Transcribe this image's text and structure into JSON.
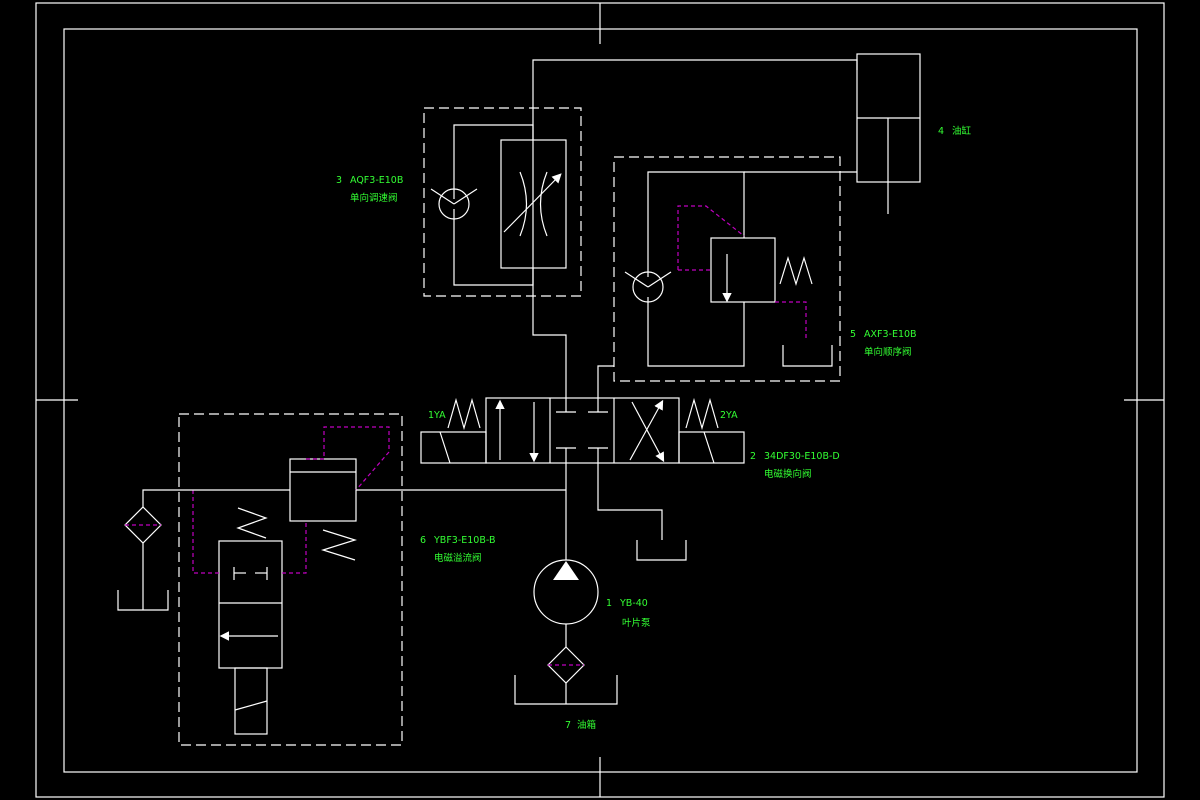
{
  "components": {
    "pump": {
      "number": "1",
      "model": "YB-40",
      "name": "叶片泵"
    },
    "directional_valve": {
      "number": "2",
      "model": "34DF30-E10B-D",
      "name": "电磁换向阀",
      "solenoid_left": "1YA",
      "solenoid_right": "2YA"
    },
    "throttle_valve": {
      "number": "3",
      "model": "AQF3-E10B",
      "name": "单向调速阀"
    },
    "cylinder": {
      "number": "4",
      "name": "油缸"
    },
    "sequence_valve": {
      "number": "5",
      "model": "AXF3-E10B",
      "name": "单向顺序阀"
    },
    "relief_valve": {
      "number": "6",
      "model": "YBF3-E10B-B",
      "name": "电磁溢流阀"
    },
    "tank": {
      "number": "7",
      "name": "油箱"
    }
  },
  "colors": {
    "background": "#000000",
    "lines": "#ffffff",
    "labels": "#33ff33",
    "pilot_lines": "#c000c0"
  }
}
